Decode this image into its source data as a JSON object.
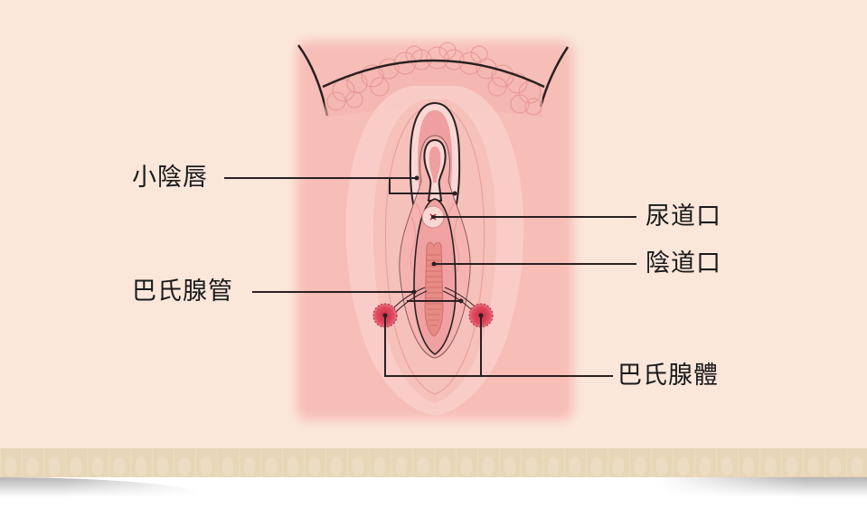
{
  "diagram": {
    "labels": {
      "labia_minora": "小陰唇",
      "urethral_opening": "尿道口",
      "vaginal_opening": "陰道口",
      "bartholin_duct": "巴氏腺管",
      "bartholin_gland": "巴氏腺體"
    },
    "colors": {
      "background": "#fbe7da",
      "skin": "#f7bcb6",
      "gland": "#d9394e",
      "line": "#2a2020",
      "footer_band": "#e8d6b8"
    }
  }
}
